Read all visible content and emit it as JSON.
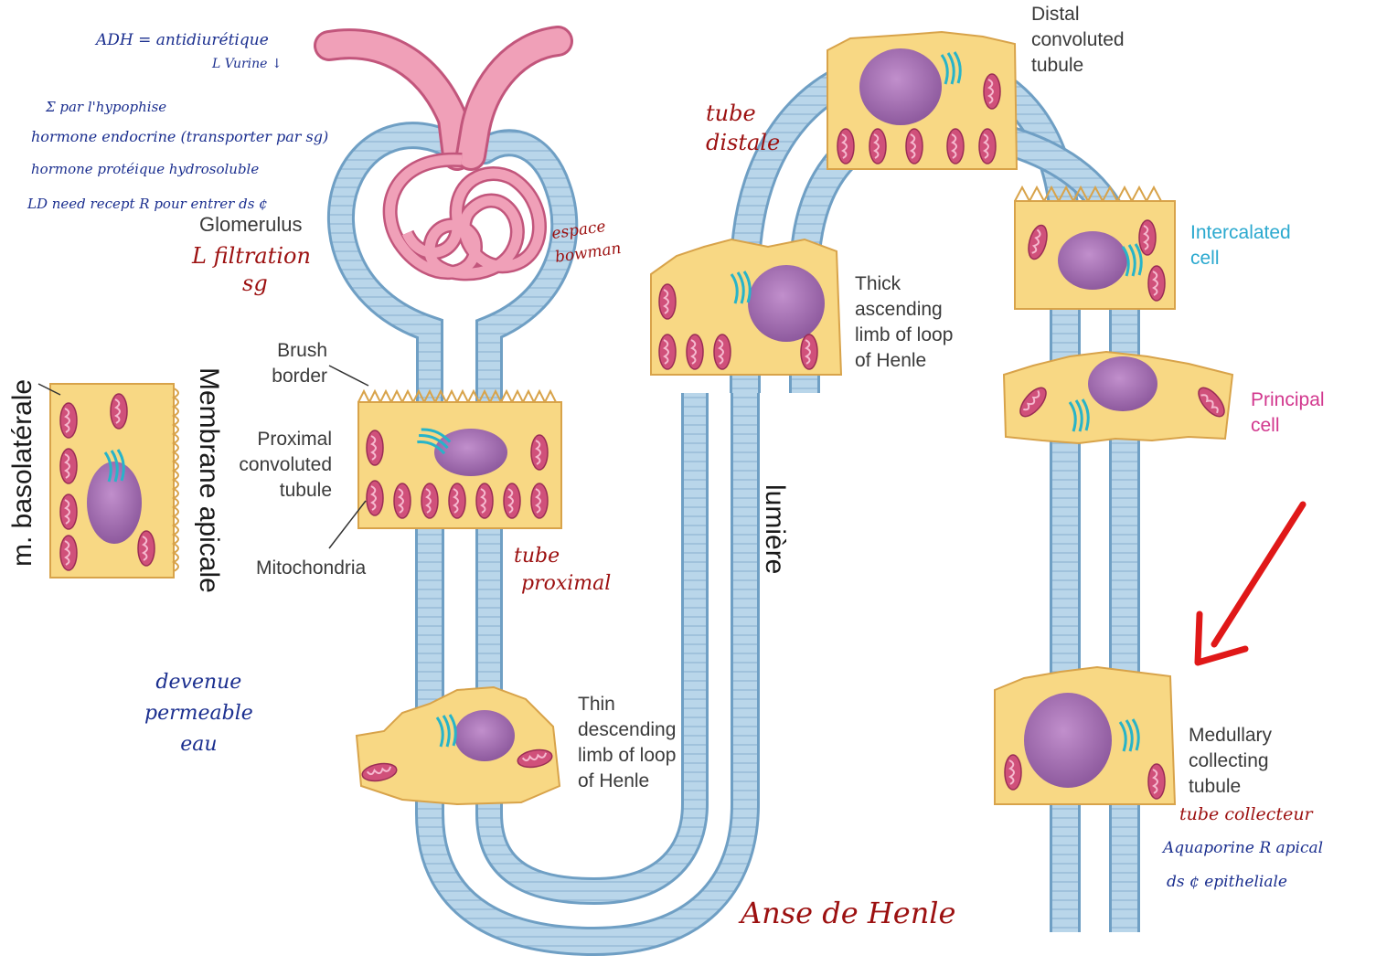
{
  "colors": {
    "glomerulus": "#f0a0b8",
    "tubule": "#b9d6ea",
    "tubule_edge": "#6f9fc4",
    "cytoplasm": "#f8d884",
    "cytoplasm_edge": "#d8a34a",
    "nucleus": "#a873b4",
    "mitochondria": "#d0507a",
    "golgi": "#27b4c9",
    "note_blue": "#1b2f8f",
    "note_red": "#9c1010",
    "arrow": "#e01818"
  },
  "labels": {
    "glomerulus": "Glomerulus",
    "brush_border": [
      "Brush",
      "border"
    ],
    "proximal": [
      "Proximal",
      "convoluted",
      "tubule"
    ],
    "mitochondria": "Mitochondria",
    "thin_descending": [
      "Thin",
      "descending",
      "limb of loop",
      "of Henle"
    ],
    "thick_ascending": [
      "Thick",
      "ascending",
      "limb of loop",
      "of Henle"
    ],
    "distal": [
      "Distal",
      "convoluted",
      "tubule"
    ],
    "intercalated": [
      "Intercalated",
      "cell"
    ],
    "principal": [
      "Principal",
      "cell"
    ],
    "medullary": [
      "Medullary",
      "collecting",
      "tubule"
    ],
    "lumiere": "lumière",
    "m_basolaterale": "m. basolatérale",
    "membrane_apicale": "Membrane apicale"
  },
  "notes": {
    "adh_lines": [
      "ADH = antidiurétique",
      "L Vurine ↓"
    ],
    "hormone_lines": [
      "Σ par l'hypophise",
      "hormone endocrine (transporter par sg)",
      "hormone protéique hydrosoluble",
      "LD need recept R pour entrer ds ¢"
    ],
    "filtration": [
      "L filtration",
      "sg"
    ],
    "espace": [
      "espace",
      "bowman"
    ],
    "tube_distale": [
      "tube",
      "distale"
    ],
    "tube_proximal": [
      "tube",
      "proximal"
    ],
    "devenue": [
      "devenue",
      "permeable",
      "eau"
    ],
    "anse": "Anse de Henle",
    "collecteur_lines": [
      "tube collecteur",
      "Aquaporine R apical",
      "ds ¢ epitheliale"
    ]
  }
}
